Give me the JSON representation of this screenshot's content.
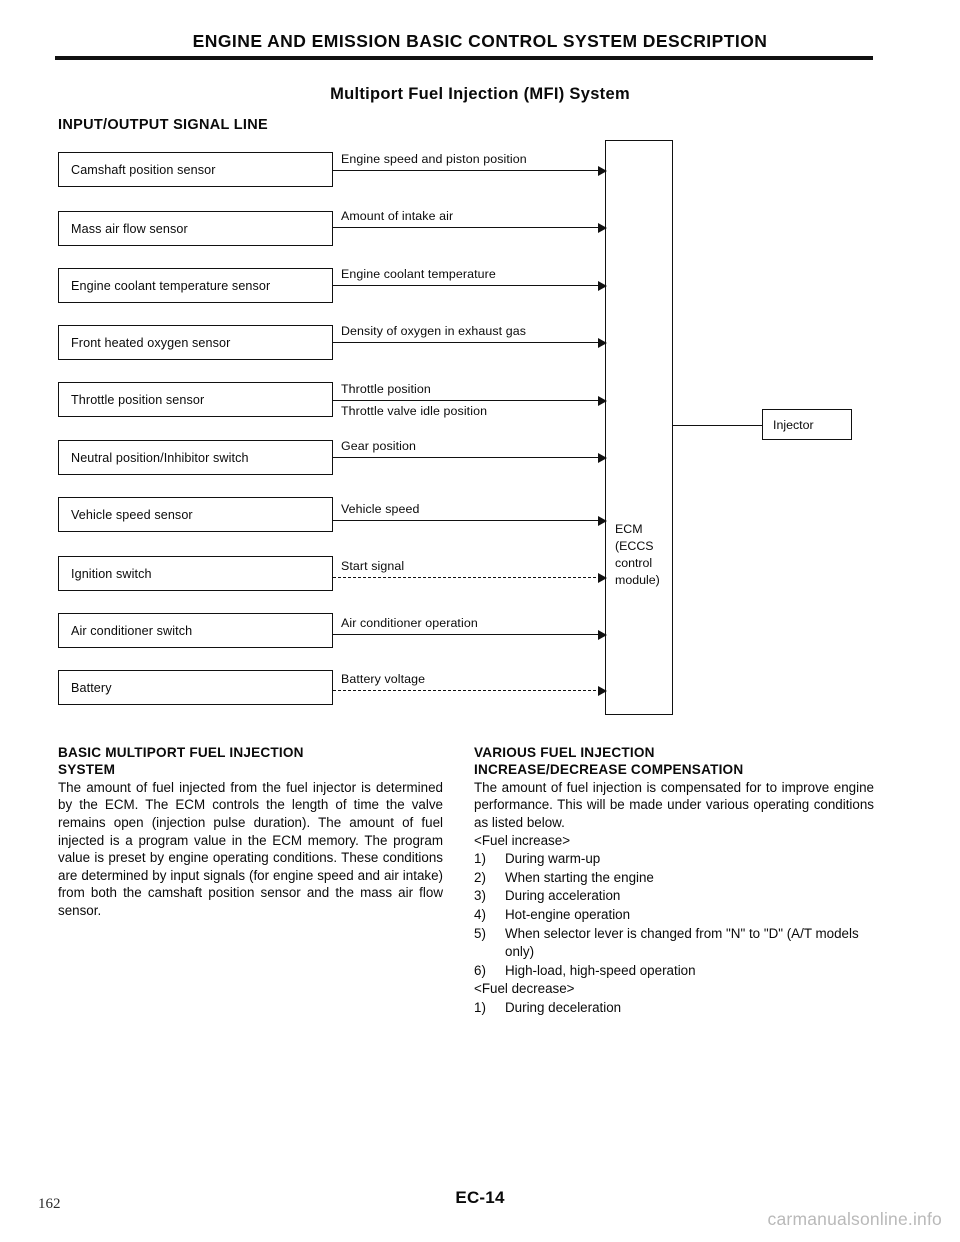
{
  "header": {
    "doc_title": "ENGINE AND EMISSION BASIC CONTROL SYSTEM DESCRIPTION",
    "subtitle": "Multiport Fuel Injection (MFI) System",
    "section_heading": "INPUT/OUTPUT SIGNAL LINE"
  },
  "diagram": {
    "ecm_label": "ECM\n(ECCS\ncontrol\nmodule)",
    "ecm_lines": [
      "ECM",
      "(ECCS",
      "control",
      "module)"
    ],
    "output_box_label": "Injector",
    "inputs": [
      {
        "sensor": "Camshaft position sensor",
        "signal": "Engine speed and piston position",
        "style": "solid"
      },
      {
        "sensor": "Mass air flow sensor",
        "signal": "Amount of intake air",
        "style": "solid"
      },
      {
        "sensor": "Engine coolant temperature sensor",
        "signal": "Engine coolant temperature",
        "style": "solid"
      },
      {
        "sensor": "Front heated oxygen sensor",
        "signal": "Density of oxygen in exhaust gas",
        "style": "solid"
      },
      {
        "sensor": "Throttle position sensor",
        "signal": "Throttle position",
        "signal2": "Throttle valve idle position",
        "style": "solid"
      },
      {
        "sensor": "Neutral position/Inhibitor switch",
        "signal": "Gear position",
        "style": "solid"
      },
      {
        "sensor": "Vehicle speed sensor",
        "signal": "Vehicle speed",
        "style": "solid"
      },
      {
        "sensor": "Ignition switch",
        "signal": "Start signal",
        "style": "dashed"
      },
      {
        "sensor": "Air conditioner switch",
        "signal": "Air conditioner operation",
        "style": "solid"
      },
      {
        "sensor": "Battery",
        "signal": "Battery voltage",
        "style": "dashed"
      }
    ]
  },
  "left_column": {
    "heading_line1": "BASIC MULTIPORT FUEL INJECTION",
    "heading_line2": "SYSTEM",
    "body": "The amount of fuel injected from the fuel injector is determined by the ECM. The ECM controls the length of time the valve remains open (injection pulse duration). The amount of fuel injected is a program value in the ECM memory. The program value is preset by engine operating conditions. These conditions are determined by input signals (for engine speed and air intake) from both the camshaft position sensor and the mass air flow sensor."
  },
  "right_column": {
    "heading_line1": "VARIOUS FUEL INJECTION",
    "heading_line2": "INCREASE/DECREASE COMPENSATION",
    "body": "The amount of fuel injection is compensated for to improve engine performance. This will be made under various operating conditions as listed below.",
    "increase_heading": "<Fuel increase>",
    "increase_items": [
      {
        "num": "1)",
        "text": "During warm-up"
      },
      {
        "num": "2)",
        "text": "When starting the engine"
      },
      {
        "num": "3)",
        "text": "During acceleration"
      },
      {
        "num": "4)",
        "text": "Hot-engine operation"
      },
      {
        "num": "5)",
        "text": "When selector lever is changed from \"N\" to \"D\" (A/T models only)"
      },
      {
        "num": "6)",
        "text": "High-load, high-speed operation"
      }
    ],
    "decrease_heading": "<Fuel decrease>",
    "decrease_items": [
      {
        "num": "1)",
        "text": "During deceleration"
      }
    ]
  },
  "footer": {
    "page_number": "162",
    "folio": "EC-14",
    "watermark": "carmanualsonline.info"
  }
}
